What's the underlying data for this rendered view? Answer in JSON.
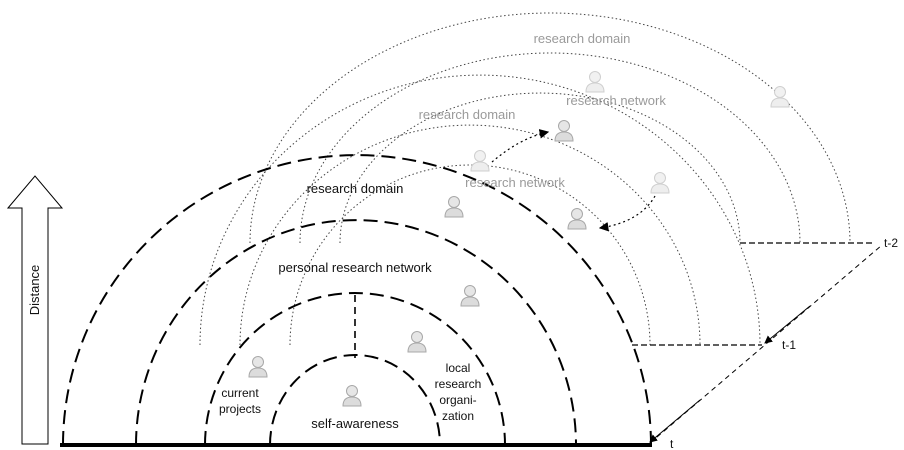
{
  "diagram": {
    "axis_label": "Distance",
    "time_labels": {
      "t": "t",
      "t1": "t-1",
      "t2": "t-2"
    },
    "front": {
      "research_domain": "research domain",
      "personal_network": "personal research network",
      "current_projects": [
        "current",
        "projects"
      ],
      "self_awareness": "self-awareness",
      "local_org": [
        "local",
        "research",
        "organi-",
        "zation"
      ]
    },
    "back1": {
      "research_domain": "research domain",
      "network": "research network"
    },
    "back2": {
      "research_domain": "research domain",
      "network": "research network"
    }
  }
}
